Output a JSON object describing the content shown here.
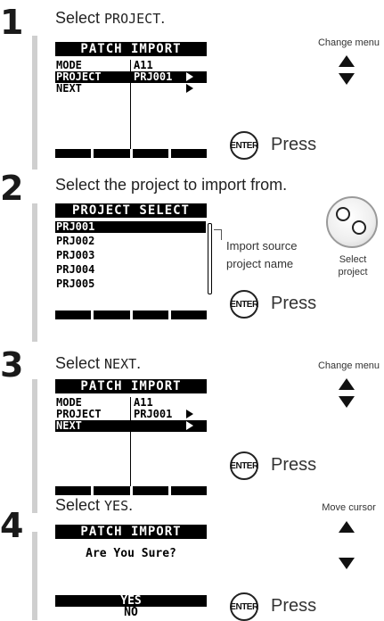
{
  "steps": [
    {
      "number": "1",
      "instr_prefix": "Select ",
      "instr_mono": "PROJECT",
      "instr_suffix": ".",
      "lcd_title": "PATCH IMPORT",
      "rows": [
        {
          "k": "MODE",
          "v": "A11"
        },
        {
          "k": "PROJECT",
          "v": "PRJ001"
        },
        {
          "k": "NEXT",
          "v": ""
        }
      ],
      "side_label": "Change menu",
      "press_label": "Press",
      "enter_label": "ENTER"
    },
    {
      "number": "2",
      "instr": "Select the project to import from.",
      "lcd_title": "PROJECT SELECT",
      "items": [
        "PRJ001",
        "PRJ002",
        "PRJ003",
        "PRJ004",
        "PRJ005"
      ],
      "callout": "Import source project name",
      "knob_label": "Select project",
      "press_label": "Press",
      "enter_label": "ENTER"
    },
    {
      "number": "3",
      "instr_prefix": "Select ",
      "instr_mono": "NEXT",
      "instr_suffix": ".",
      "lcd_title": "PATCH IMPORT",
      "rows": [
        {
          "k": "MODE",
          "v": "A11"
        },
        {
          "k": "PROJECT",
          "v": "PRJ001"
        },
        {
          "k": "NEXT",
          "v": ""
        }
      ],
      "side_label": "Change menu",
      "press_label": "Press",
      "enter_label": "ENTER"
    },
    {
      "number": "4",
      "instr_prefix": "Select ",
      "instr_mono": "YES",
      "instr_suffix": ".",
      "lcd_title": "PATCH IMPORT",
      "question": "Are You Sure?",
      "options": [
        "YES",
        "NO"
      ],
      "side_label": "Move cursor",
      "press_label": "Press",
      "enter_label": "ENTER"
    }
  ],
  "colors": {
    "lcd_black": "#000000",
    "rail": "#cfcfcf",
    "knob_rim": "#9a9a9a"
  }
}
